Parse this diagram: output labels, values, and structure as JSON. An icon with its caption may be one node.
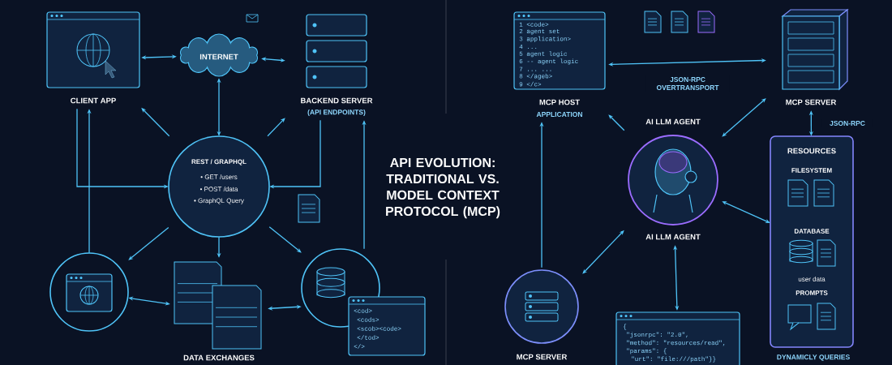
{
  "diagram": {
    "title": "API EVOLUTION: TRADITIONAL VS. MODEL CONTEXT PROTOCOL (MCP)",
    "nodes": [
      {
        "text": [
          "CLIENT APP"
        ]
      },
      {
        "text": [
          "INTERNET"
        ]
      },
      {
        "text": [
          "BACKEND SERVER",
          "(API ENDPOINTS)"
        ]
      },
      {
        "text": [
          "REST / GRAPHQL",
          "• GET /users",
          "• POST /data",
          "• GraphQL Query"
        ]
      },
      {
        "text": [],
        "shape": "circle"
      },
      {
        "text": [
          "DATA EXCHANGES"
        ]
      },
      {
        "text": [
          "<cod>",
          "<cods>",
          "<scob><code>",
          "</tod>",
          "</>"
        ]
      },
      {
        "text": [
          "MCP HOST",
          "APPLICATION",
          "1 <code>",
          "2 agent set",
          "3 application>",
          "4 ...",
          "5 agent logic",
          "6 -- agent logic",
          "7 ... ...",
          "8 </ageb>",
          "9 </c>"
        ]
      },
      {
        "text": [
          "MCP SERVER"
        ]
      },
      {
        "text": [
          "AI LLM AGENT",
          "AI LLM AGENT"
        ]
      },
      {
        "text": [
          "RESOURCES",
          "FILESYSTEM",
          "DATABASE",
          "user data",
          "PROMPTS"
        ],
        "beside": [
          "DYNAMICLY QUERIES"
        ]
      },
      {
        "text": [
          "MCP SERVER"
        ]
      },
      {
        "text": [
          "{",
          "\"jsonrpc\": \"2.0\",",
          "\"method\": \"resources/read\",",
          "\"params\": {",
          "\"urt\": \"file:///path\"}}"
        ]
      }
    ],
    "edges": [
      {
        "from": 1,
        "to": 0,
        "arrow": "both"
      },
      {
        "from": 1,
        "to": 2,
        "arrow": "both"
      },
      {
        "from": 1,
        "to": 3,
        "arrow": "both"
      },
      {
        "from": 3,
        "to": 0,
        "arrow": "to"
      },
      {
        "from": 3,
        "to": 2,
        "arrow": "to"
      },
      {
        "from": 0,
        "to": 3,
        "arrow": "to"
      },
      {
        "from": 2,
        "to": 3,
        "arrow": "to"
      },
      {
        "from": 4,
        "to": 0,
        "arrow": "to"
      },
      {
        "from": 6,
        "to": 2,
        "arrow": "to"
      },
      {
        "from": 3,
        "to": 4,
        "arrow": "to"
      },
      {
        "from": 3,
        "to": 5,
        "arrow": "to"
      },
      {
        "from": 3,
        "to": 6,
        "arrow": "to"
      },
      {
        "from": 4,
        "to": 5,
        "arrow": "both"
      },
      {
        "from": 5,
        "to": 6,
        "arrow": "both"
      },
      {
        "from": 7,
        "to": 8,
        "arrow": "both",
        "label": "JSON-RPC OVERTRANSPORT"
      },
      {
        "from": 9,
        "to": 7,
        "arrow": "to"
      },
      {
        "from": 9,
        "to": 8,
        "arrow": "both"
      },
      {
        "from": 8,
        "to": 10,
        "arrow": "both",
        "label": "JSON-RPC"
      },
      {
        "from": 9,
        "to": 10,
        "arrow": "both"
      },
      {
        "from": 9,
        "to": 11,
        "arrow": "both"
      },
      {
        "from": 9,
        "to": 12,
        "arrow": "both"
      },
      {
        "from": 11,
        "to": 7,
        "arrow": "to"
      }
    ]
  }
}
